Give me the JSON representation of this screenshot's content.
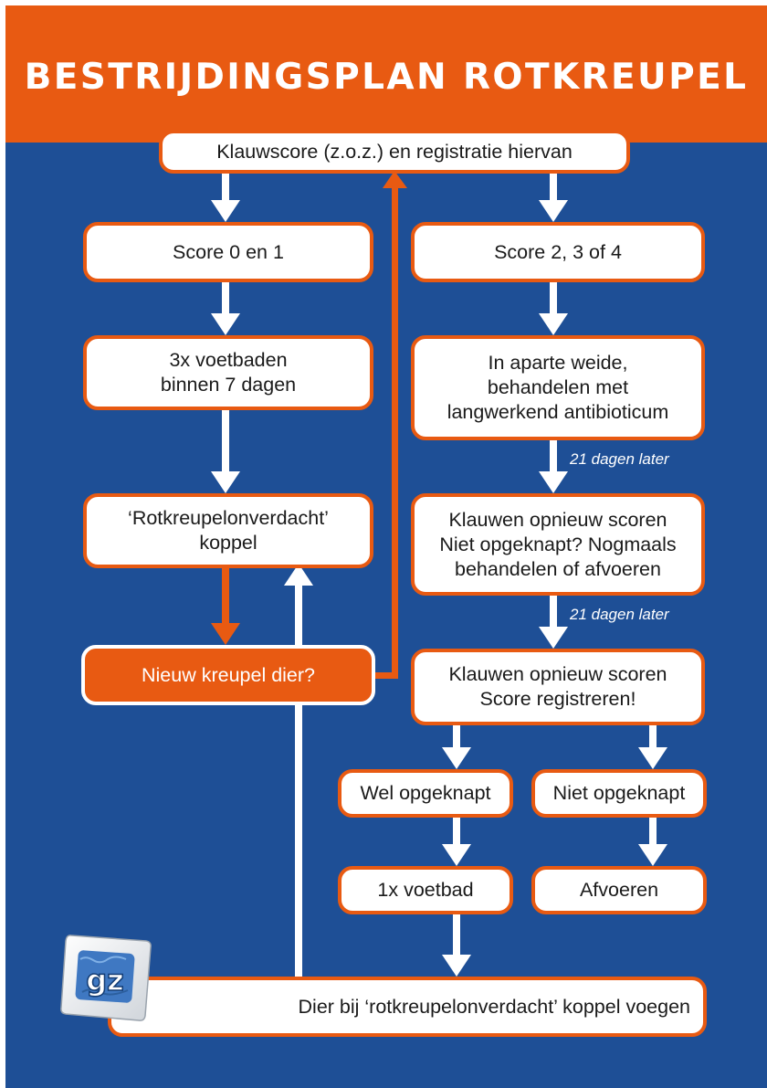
{
  "title": "BESTRIJDINGSPLAN ROTKREUPEL",
  "colors": {
    "background": "#1e4f96",
    "accent": "#e85a12",
    "box": "#ffffff",
    "text": "#1a1a1a"
  },
  "nodes": {
    "start": "Klauwscore (z.o.z.) en registratie hiervan",
    "score_low": "Score 0 en 1",
    "score_high": "Score 2, 3 of 4",
    "footbaths": "3x voetbaden\nbinnen 7 dagen",
    "separate": "In aparte weide,\nbehandelen met\nlangwerkend antibioticum",
    "unsuspected": "‘Rotkreupelonverdacht’\nkoppel",
    "rescore1": "Klauwen opnieuw scoren\nNiet opgeknapt? Nogmaals\nbehandelen of afvoeren",
    "new_lame": "Nieuw kreupel dier?",
    "rescore2": "Klauwen opnieuw scoren\nScore registreren!",
    "improved": "Wel opgeknapt",
    "not_improved": "Niet opgeknapt",
    "one_footbath": "1x voetbad",
    "remove": "Afvoeren",
    "add_to_group": "Dier bij ‘rotkreupelonverdacht’ koppel voegen"
  },
  "notes": {
    "wait1": "21 dagen later",
    "wait2": "21 dagen later"
  },
  "logo": {
    "icon": "gz-logo-icon",
    "text": "gz"
  }
}
